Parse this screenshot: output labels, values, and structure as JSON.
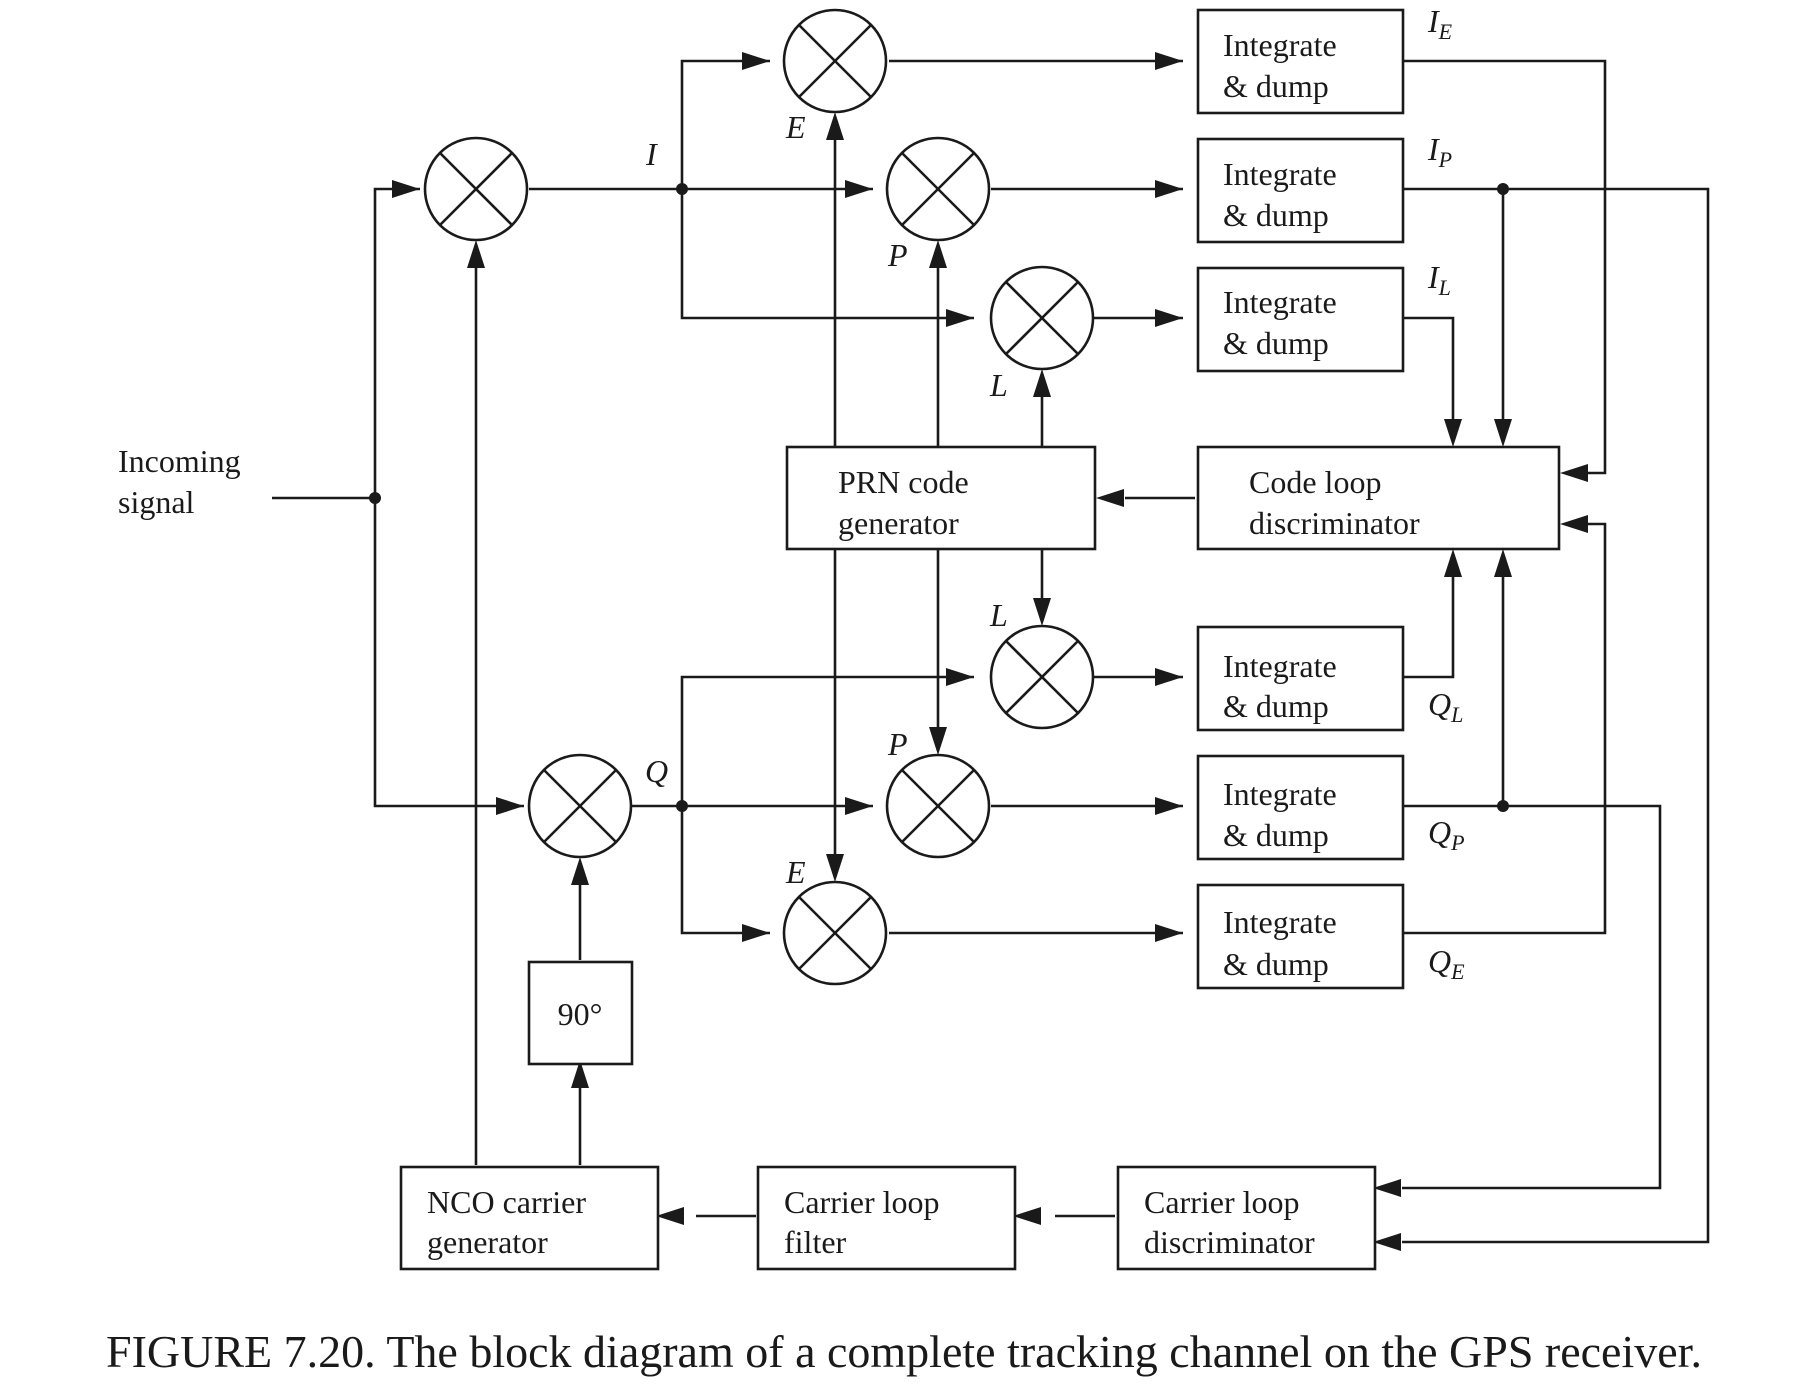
{
  "input": {
    "line1": "Incoming",
    "line2": "signal"
  },
  "blocks": {
    "int_ie": {
      "line1": "Integrate",
      "line2": "& dump"
    },
    "int_ip": {
      "line1": "Integrate",
      "line2": "& dump"
    },
    "int_il": {
      "line1": "Integrate",
      "line2": "& dump"
    },
    "int_ql": {
      "line1": "Integrate",
      "line2": "& dump"
    },
    "int_qp": {
      "line1": "Integrate",
      "line2": "& dump"
    },
    "int_qe": {
      "line1": "Integrate",
      "line2": "& dump"
    },
    "prn": {
      "line1": "PRN code",
      "line2": "generator"
    },
    "code_disc": {
      "line1": "Code loop",
      "line2": "discriminator"
    },
    "phase": {
      "label": "90°"
    },
    "nco": {
      "line1": "NCO carrier",
      "line2": "generator"
    },
    "carrier_filter": {
      "line1": "Carrier loop",
      "line2": "filter"
    },
    "carrier_disc": {
      "line1": "Carrier loop",
      "line2": "discriminator"
    }
  },
  "signals": {
    "i": "I",
    "q": "Q",
    "e_top": "E",
    "p_top": "P",
    "l_top": "L",
    "l_bottom": "L",
    "p_bottom": "P",
    "e_bottom": "E"
  },
  "outputs": {
    "ie": {
      "main": "I",
      "sub": "E"
    },
    "ip": {
      "main": "I",
      "sub": "P"
    },
    "il": {
      "main": "I",
      "sub": "L"
    },
    "ql": {
      "main": "Q",
      "sub": "L"
    },
    "qp": {
      "main": "Q",
      "sub": "P"
    },
    "qe": {
      "main": "Q",
      "sub": "E"
    }
  },
  "caption": "FIGURE 7.20. The block diagram of a complete tracking channel on the GPS receiver."
}
